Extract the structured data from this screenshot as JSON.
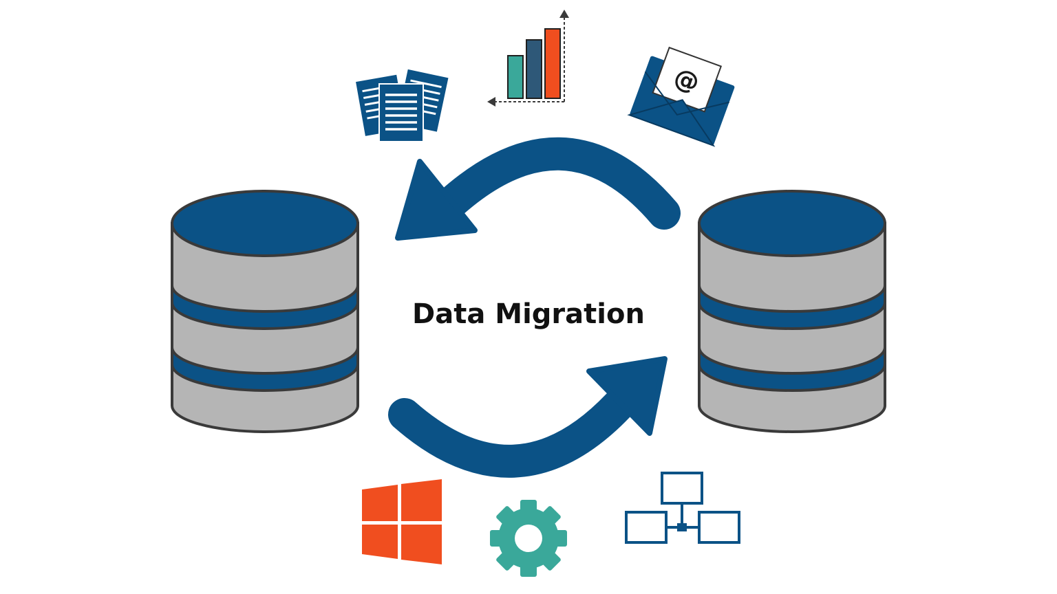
{
  "diagram": {
    "title": "Data Migration",
    "email_symbol": "@",
    "colors": {
      "primary_blue": "#0b5286",
      "cylinder_gray": "#b5b5b5",
      "outline": "#3a3a3a",
      "teal": "#3aa89a",
      "orange": "#f04e1f",
      "slate": "#2e5878"
    },
    "databases": [
      {
        "name": "source-database",
        "icon": "database-icon"
      },
      {
        "name": "target-database",
        "icon": "database-icon"
      }
    ],
    "top_icons": [
      "documents-icon",
      "bar-chart-icon",
      "email-icon"
    ],
    "bottom_icons": [
      "windows-logo-icon",
      "gear-icon",
      "network-diagram-icon"
    ],
    "arrows": [
      "arrow-right-to-left",
      "arrow-left-to-right"
    ]
  }
}
